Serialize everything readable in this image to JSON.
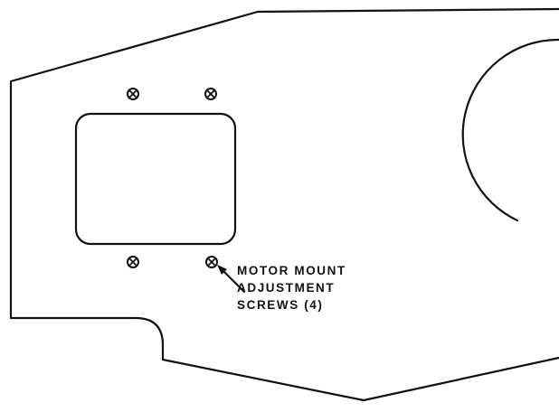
{
  "callout": {
    "lines": [
      "MOTOR MOUNT",
      "ADJUSTMENT",
      "SCREWS (4)"
    ]
  },
  "screws": [
    {
      "name": "screw-top-left"
    },
    {
      "name": "screw-top-right"
    },
    {
      "name": "screw-bottom-left"
    },
    {
      "name": "screw-bottom-right"
    }
  ],
  "colors": {
    "line": "#111111",
    "background": "#ffffff"
  }
}
